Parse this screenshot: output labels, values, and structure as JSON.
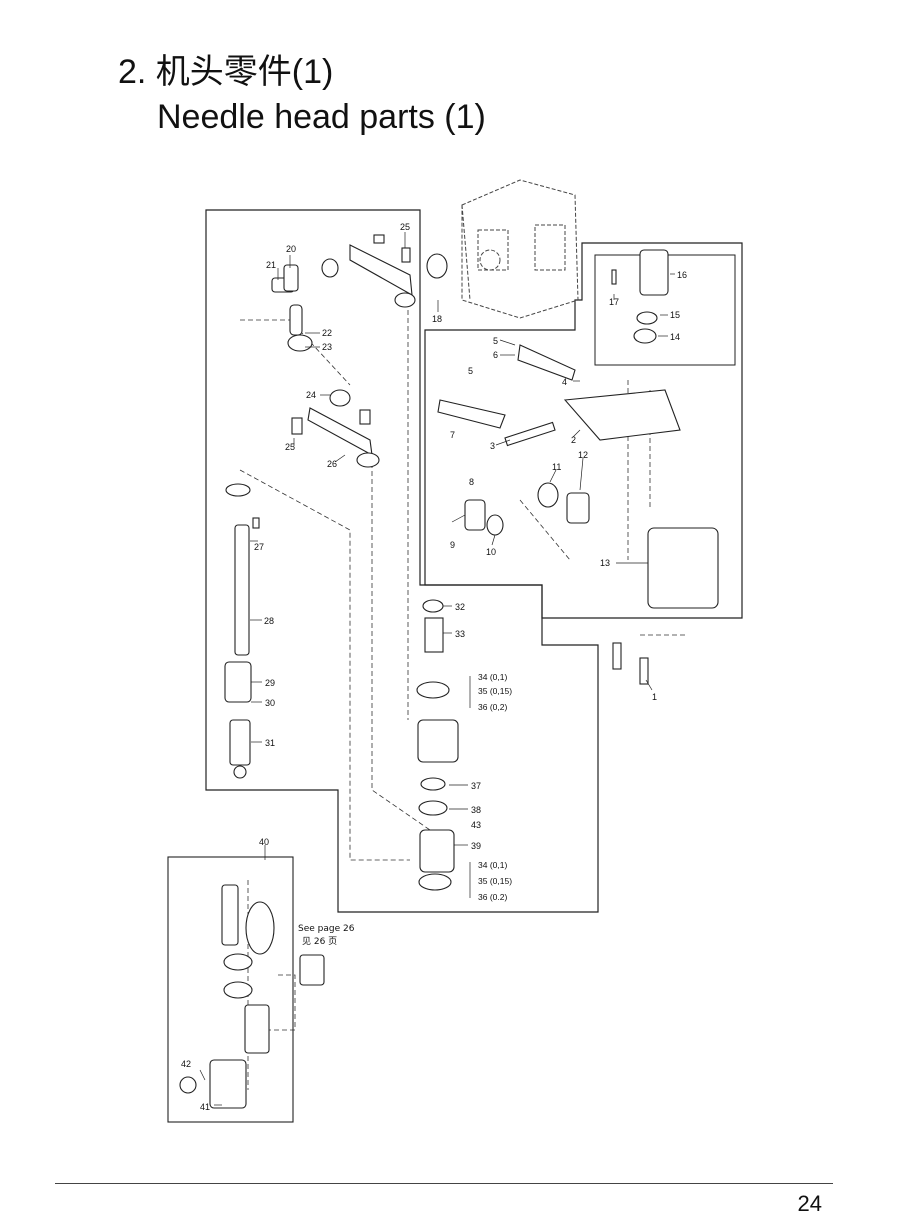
{
  "page": {
    "title_cn": "2. 机头零件(1)",
    "title_en": "Needle head parts (1)",
    "page_number": "24"
  },
  "diagram": {
    "callouts": [
      "1",
      "2",
      "3",
      "4",
      "5",
      "5",
      "6",
      "7",
      "8",
      "9",
      "10",
      "11",
      "12",
      "13",
      "14",
      "15",
      "16",
      "17",
      "18",
      "20",
      "21",
      "22",
      "23",
      "24",
      "25",
      "25",
      "26",
      "27",
      "28",
      "29",
      "30",
      "31",
      "32",
      "33",
      "34 (0,1)",
      "35 (0,15)",
      "36 (0,2)",
      "37",
      "38",
      "43",
      "39",
      "34 (0,1)",
      "35 (0,15)",
      "36 (0.2)",
      "40",
      "42",
      "41"
    ],
    "see_page_en": "See page 26",
    "see_page_cn": "见 26 页"
  }
}
